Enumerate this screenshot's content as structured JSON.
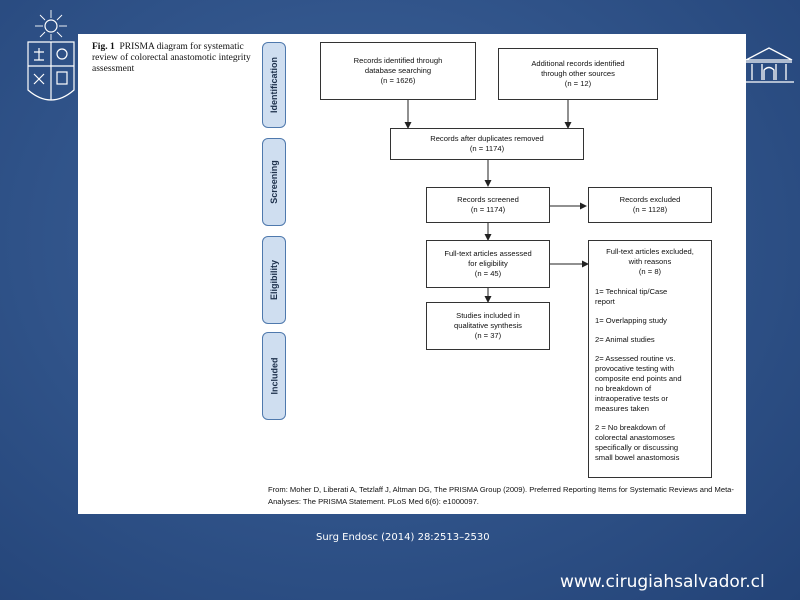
{
  "caption": {
    "fig_label": "Fig. 1",
    "text": "PRISMA diagram for systematic review of colorectal anastomotic integrity assessment"
  },
  "phases": [
    "Identification",
    "Screening",
    "Eligibility",
    "Included"
  ],
  "boxes": {
    "database_search": [
      "Records identified through",
      "database searching",
      "(n = 1626)"
    ],
    "other_sources": [
      "Additional records identified",
      "through other sources",
      "(n = 12)"
    ],
    "after_duplicates": [
      "Records after duplicates removed",
      "(n = 1174)"
    ],
    "screened": [
      "Records screened",
      "(n = 1174)"
    ],
    "excluded": [
      "Records excluded",
      "(n = 1128)"
    ],
    "fulltext": [
      "Full-text articles assessed",
      "for eligibility",
      "(n = 45)"
    ],
    "included": [
      "Studies included in",
      "qualitative synthesis",
      "(n = 37)"
    ]
  },
  "exclusions": {
    "title": [
      "Full-text articles excluded,",
      "with reasons",
      "(n = 8)"
    ],
    "reasons": [
      [
        "1= Technical tip/Case",
        "report"
      ],
      [
        "1= Overlapping study"
      ],
      [
        "2= Animal studies"
      ],
      [
        "2= Assessed routine vs.",
        "provocative testing with",
        "composite end points and",
        "no breakdown of",
        "intraoperative tests or",
        "measures taken"
      ],
      [
        "2 = No breakdown of",
        "colorectal anastomoses",
        "specifically or discussing",
        "small bowel anastomosis"
      ]
    ]
  },
  "source": "From:  Moher D, Liberati A, Tetzlaff J, Altman DG, The PRISMA Group (2009). Preferred Reporting Items for Systematic Reviews and Meta-Analyses: The PRISMA Statement. PLoS Med 6(6): e1000097.",
  "journal": "Surg Endosc (2014) 28:2513–2530",
  "website": "www.cirugiahsalvador.cl",
  "colors": {
    "background": "#2f5288",
    "phase_fill": "#cfdef0",
    "phase_border": "#4f79ad"
  }
}
